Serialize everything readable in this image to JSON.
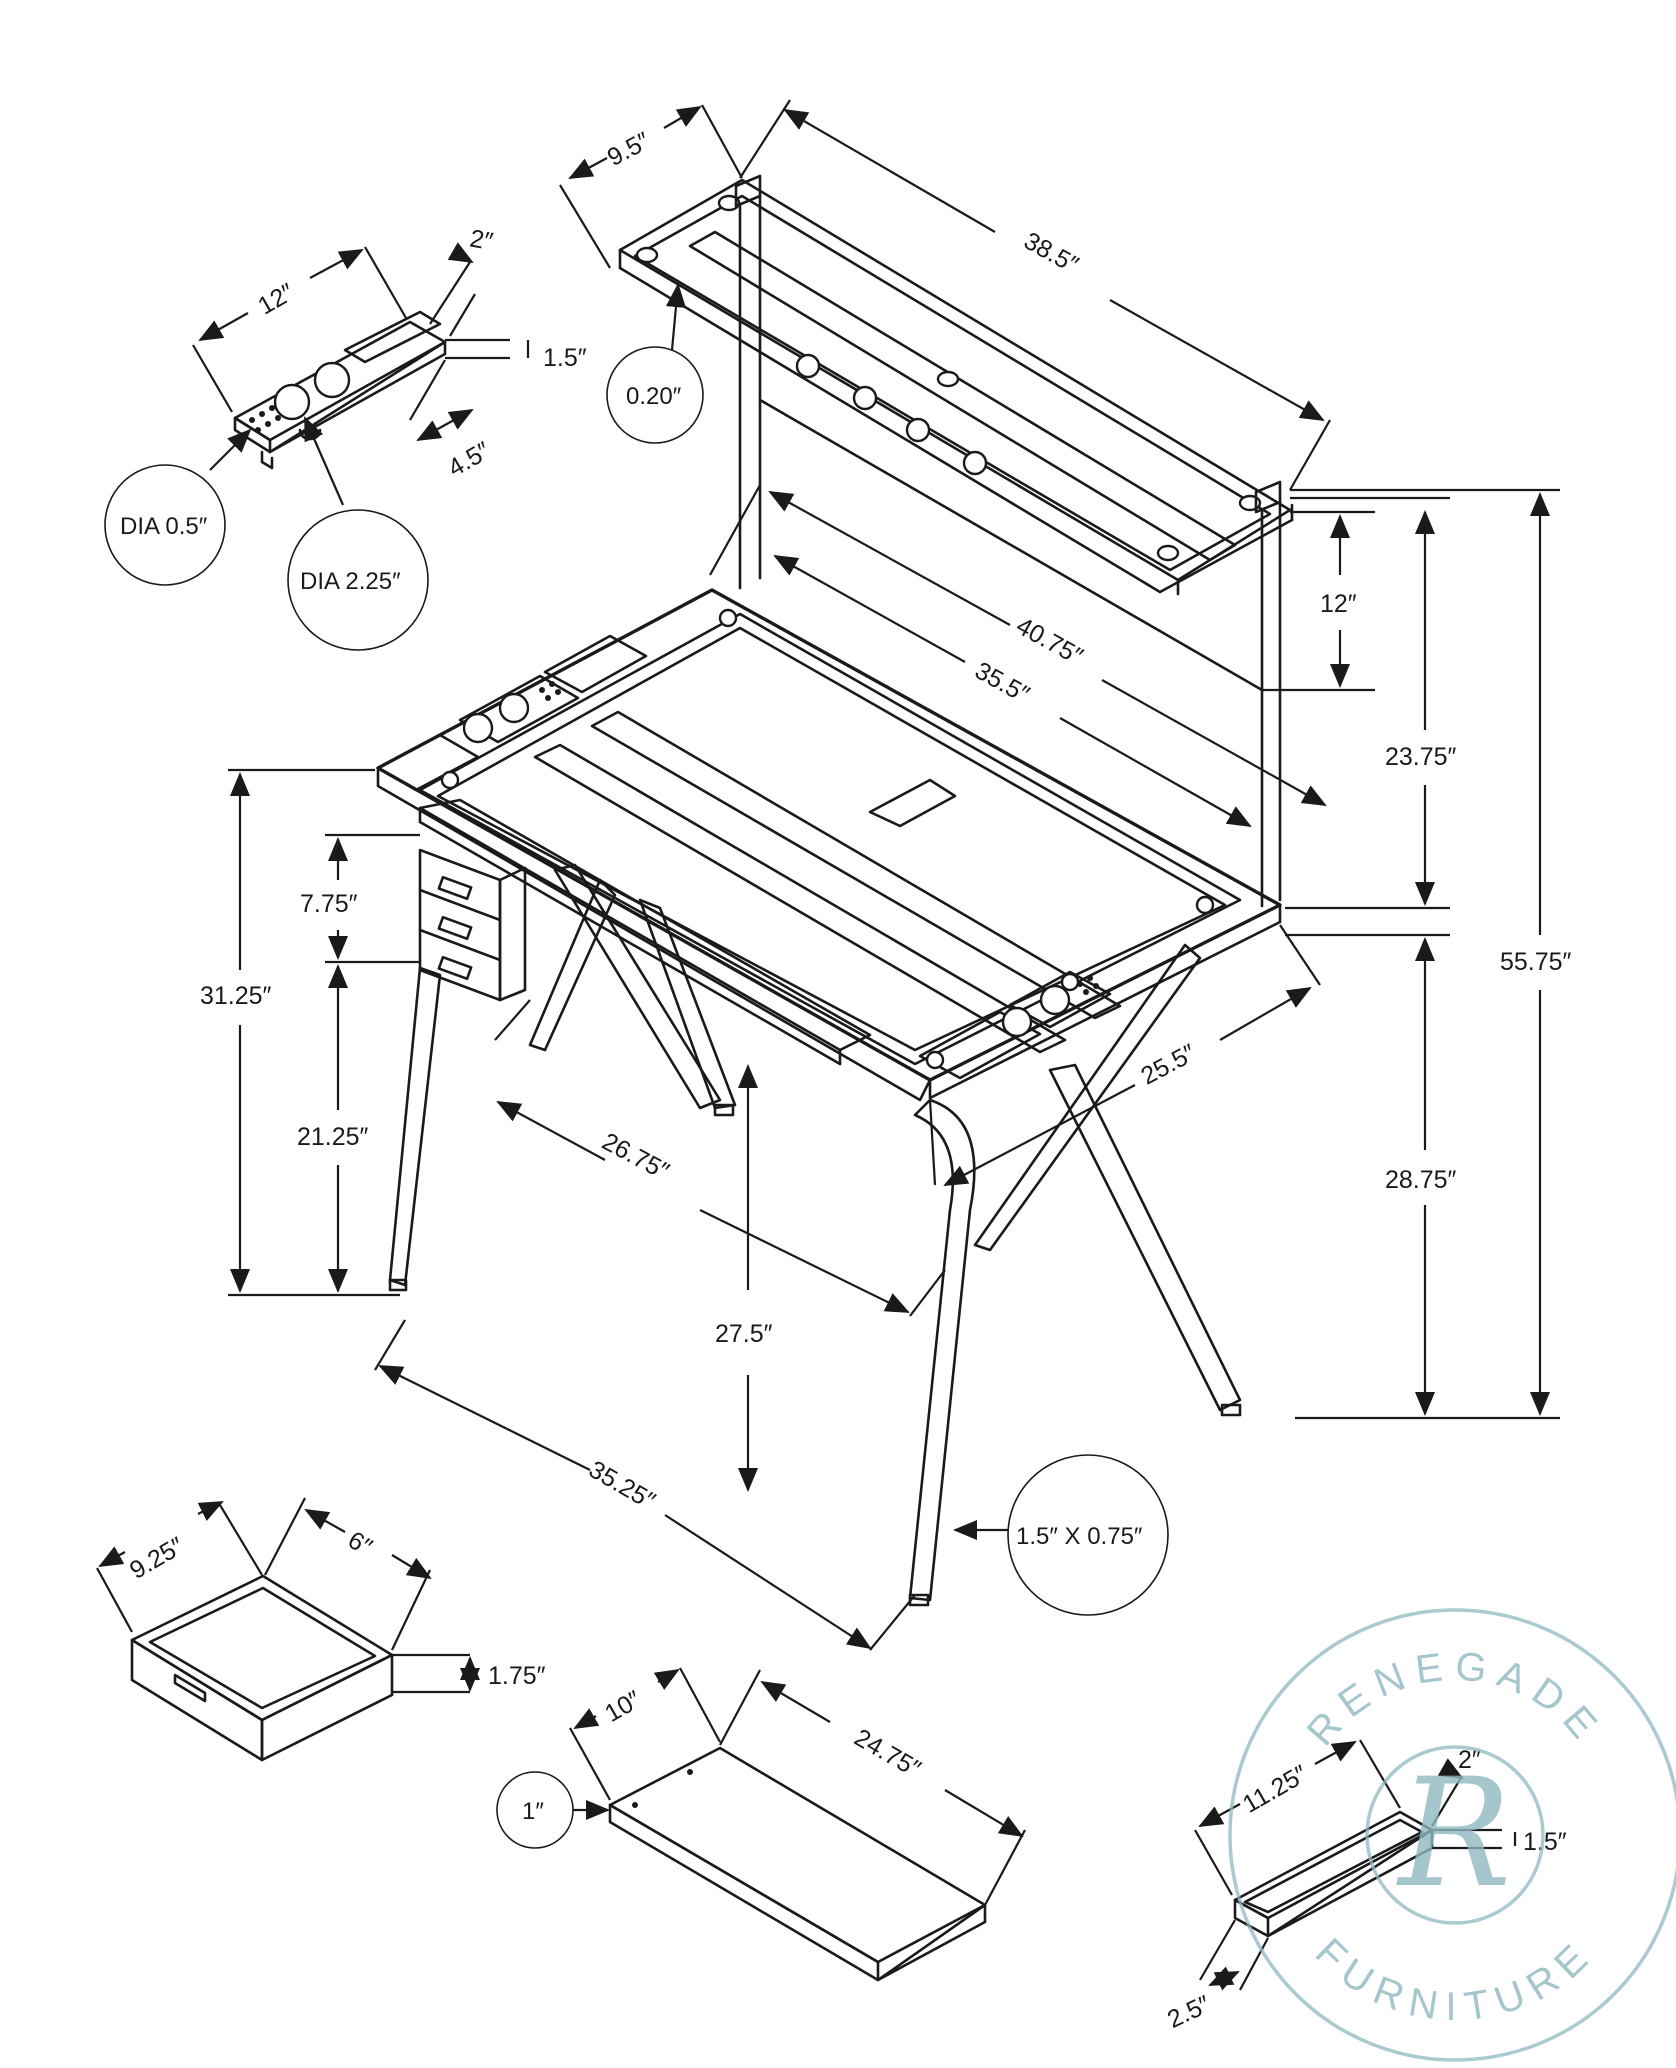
{
  "dimensions": {
    "shelf_depth": "9.5″",
    "shelf_width": "38.5″",
    "glass_thickness": "0.20″",
    "tray_width": "12″",
    "tray_depth": "2″",
    "tray_height": "1.5″",
    "tray_cup_span": "4.5″",
    "tray_small_hole": "DIA 0.5″",
    "tray_large_hole": "DIA 2.25″",
    "shelf_clearance": "12″",
    "shelf_height": "23.75″",
    "overall_height": "55.75″",
    "top_width": "40.75″",
    "glass_width": "35.5″",
    "top_depth": "25.5″",
    "table_height": "28.75″",
    "drawer_unit_height": "31.25″",
    "drawer_height": "7.75″",
    "drawer_clearance": "21.25″",
    "inner_width": "26.75″",
    "leg_clearance": "27.5″",
    "base_width": "35.25″",
    "leg_size": "1.5″ X 0.75″",
    "drawer_depth": "9.25″",
    "drawer_width": "6″",
    "drawer_box_height": "1.75″",
    "keyboard_depth": "10″",
    "keyboard_width": "24.75″",
    "keyboard_thickness": "1″",
    "pen_tray_width": "11.25″",
    "pen_tray_depth": "2″",
    "pen_tray_height": "1.5″",
    "pen_tray_leg": "2.5″"
  },
  "watermark": {
    "top_text": "RENEGADE",
    "bottom_text": "FURNITURE",
    "monogram": "R"
  }
}
